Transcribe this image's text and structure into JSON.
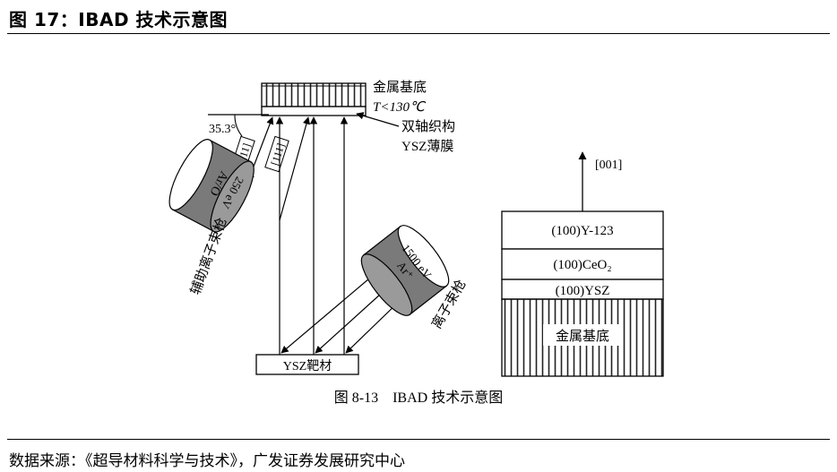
{
  "header": {
    "title": "图 17：IBAD 技术示意图"
  },
  "diagram": {
    "substrate_label": "金属基底",
    "temperature_label": "T<130℃",
    "texture_label_1": "双轴织构",
    "texture_label_2": "YSZ薄膜",
    "angle_label": "35.3°",
    "assist_gun": {
      "text_1": "Ar/O",
      "text_2": "250 eV",
      "direction": "[111]",
      "label": "辅助离子束枪"
    },
    "ion_gun": {
      "text_1": "Ar⁺",
      "text_2": "1500 eV",
      "label": "离子束枪"
    },
    "target_label": "YSZ靶材",
    "direction_001": "[001]",
    "stack": {
      "layers": [
        "(100)Y-123",
        "(100)CeO₂",
        "(100)YSZ"
      ],
      "substrate": "金属基底"
    },
    "caption": "图 8-13    IBAD 技术示意图"
  },
  "footer": {
    "source": "数据来源：《超导材料科学与技术》，广发证券发展研究中心"
  }
}
